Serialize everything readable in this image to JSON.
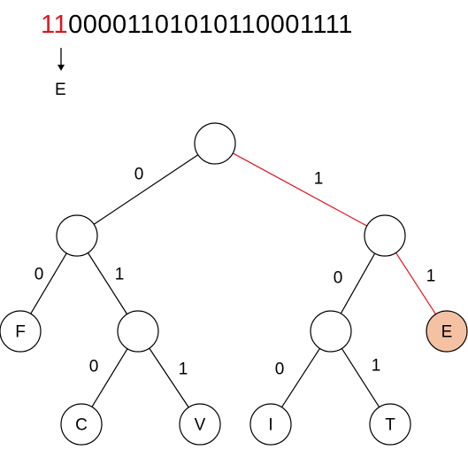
{
  "header": {
    "decoded_bits": "11",
    "remaining_bits": "00001101010110001111",
    "decoded_symbol": "E"
  },
  "colors": {
    "highlight": "#e0141e",
    "found_node_fill": "#f4c2a2",
    "edge": "#000000",
    "node_stroke": "#000000"
  },
  "tree": {
    "nodes": [
      {
        "id": "root",
        "label": ""
      },
      {
        "id": "n0",
        "label": ""
      },
      {
        "id": "n1",
        "label": ""
      },
      {
        "id": "F",
        "label": "F"
      },
      {
        "id": "n01",
        "label": ""
      },
      {
        "id": "n10",
        "label": ""
      },
      {
        "id": "E",
        "label": "E",
        "found": true
      },
      {
        "id": "C",
        "label": "C"
      },
      {
        "id": "V",
        "label": "V"
      },
      {
        "id": "I",
        "label": "I"
      },
      {
        "id": "T",
        "label": "T"
      }
    ],
    "edges": [
      {
        "from": "root",
        "to": "n0",
        "label": "0"
      },
      {
        "from": "root",
        "to": "n1",
        "label": "1",
        "highlight": true
      },
      {
        "from": "n0",
        "to": "F",
        "label": "0"
      },
      {
        "from": "n0",
        "to": "n01",
        "label": "1"
      },
      {
        "from": "n1",
        "to": "n10",
        "label": "0"
      },
      {
        "from": "n1",
        "to": "E",
        "label": "1",
        "highlight": true
      },
      {
        "from": "n01",
        "to": "C",
        "label": "0"
      },
      {
        "from": "n01",
        "to": "V",
        "label": "1"
      },
      {
        "from": "n10",
        "to": "I",
        "label": "0"
      },
      {
        "from": "n10",
        "to": "T",
        "label": "1"
      }
    ]
  }
}
